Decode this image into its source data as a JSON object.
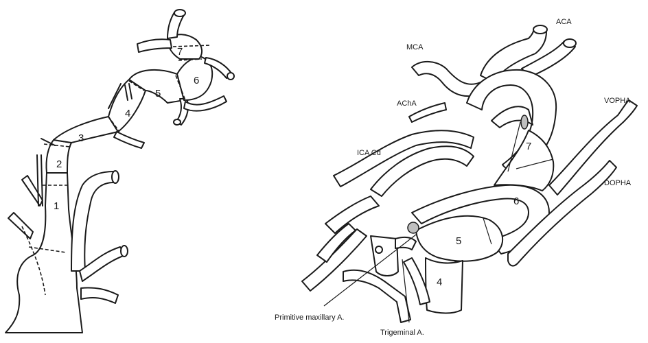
{
  "left_panel": {
    "segments": [
      "1",
      "2",
      "3",
      "4",
      "5",
      "6",
      "7"
    ]
  },
  "right_panel": {
    "segments": [
      "4",
      "5",
      "6",
      "7"
    ],
    "labels": {
      "aca": "ACA",
      "mca": "MCA",
      "acha": "AChA",
      "ica_cd": "ICA Cd",
      "vopha": "VOPHA",
      "dopha": "DOPHA",
      "primitive_maxillary": "Primitive maxillary A.",
      "trigeminal": "Trigeminal A."
    }
  }
}
